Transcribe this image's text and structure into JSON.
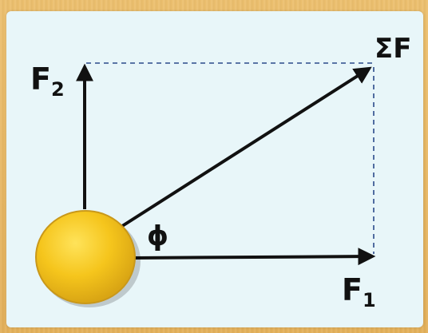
{
  "labels": {
    "f2_main": "F",
    "f2_sub": "2",
    "f1_main": "F",
    "f1_sub": "1",
    "resultant": "ΣF",
    "angle": "ϕ"
  },
  "colors": {
    "background": "#e8b865",
    "panel": "#e8f6f9",
    "ball": "#f2c21a",
    "ball_edge": "#c9981a",
    "arrow": "#111111",
    "dashed": "#2a4a8a"
  }
}
